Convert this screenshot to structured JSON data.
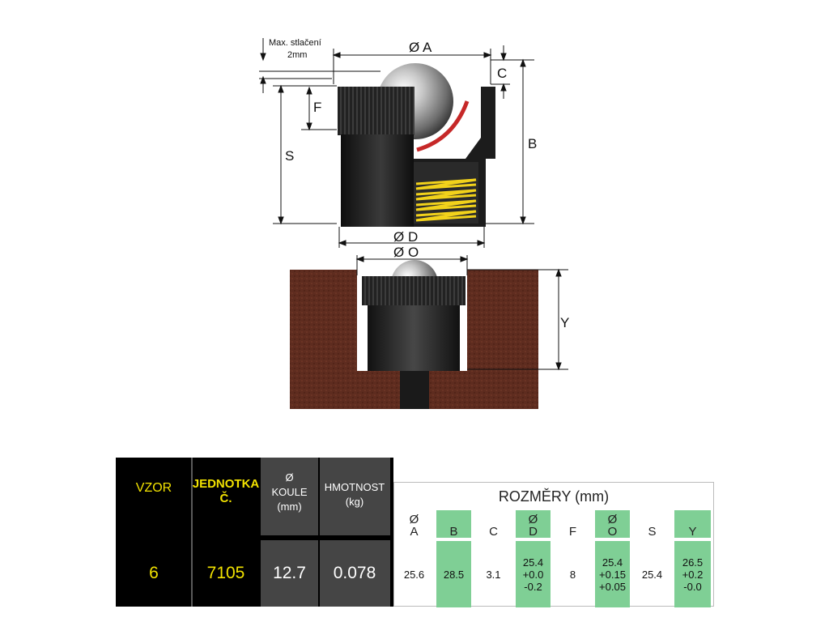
{
  "diagram": {
    "labels": {
      "max_compression": "Max. stlačení",
      "max_compression_value": "2mm",
      "dim_a": "Ø A",
      "dim_b": "B",
      "dim_c": "C",
      "dim_f": "F",
      "dim_s": "S",
      "dim_d": "Ø D",
      "dim_o": "Ø O",
      "dim_y": "Y"
    },
    "colors": {
      "body": "#1b1b1b",
      "spring": "#f2d21b",
      "seal": "#c62828",
      "ground": "#5a2a1d",
      "ball": "#b8b8b8"
    }
  },
  "table": {
    "headers": {
      "vzor": "VZOR",
      "jednotka_line1": "JEDNOTKA",
      "jednotka_line2": "Č.",
      "koule_symbol": "Ø",
      "koule_line1": "KOULE",
      "koule_line2": "(mm)",
      "hmotnost_line1": "HMOTNOST",
      "hmotnost_line2": "(kg)",
      "rozmery": "ROZMĚRY (mm)"
    },
    "values": {
      "vzor": "6",
      "jednotka": "7105",
      "koule": "12.7",
      "hmotnost": "0.078"
    },
    "dimensions": [
      {
        "sym": "Ø",
        "name": "A",
        "value": [
          "25.6"
        ],
        "highlight": false
      },
      {
        "sym": "",
        "name": "B",
        "value": [
          "28.5"
        ],
        "highlight": true
      },
      {
        "sym": "",
        "name": "C",
        "value": [
          "3.1"
        ],
        "highlight": false
      },
      {
        "sym": "Ø",
        "name": "D",
        "value": [
          "25.4",
          "+0.0",
          "-0.2"
        ],
        "highlight": true
      },
      {
        "sym": "",
        "name": "F",
        "value": [
          "8"
        ],
        "highlight": false
      },
      {
        "sym": "Ø",
        "name": "O",
        "value": [
          "25.4",
          "+0.15",
          "+0.05"
        ],
        "highlight": true
      },
      {
        "sym": "",
        "name": "S",
        "value": [
          "25.4"
        ],
        "highlight": false
      },
      {
        "sym": "",
        "name": "Y",
        "value": [
          "26.5",
          "+0.2",
          "-0.0"
        ],
        "highlight": true
      }
    ],
    "colors": {
      "highlight": "#7fcf95",
      "header_yellow": "#f2e200",
      "black": "#000000",
      "gray": "#454545"
    }
  }
}
